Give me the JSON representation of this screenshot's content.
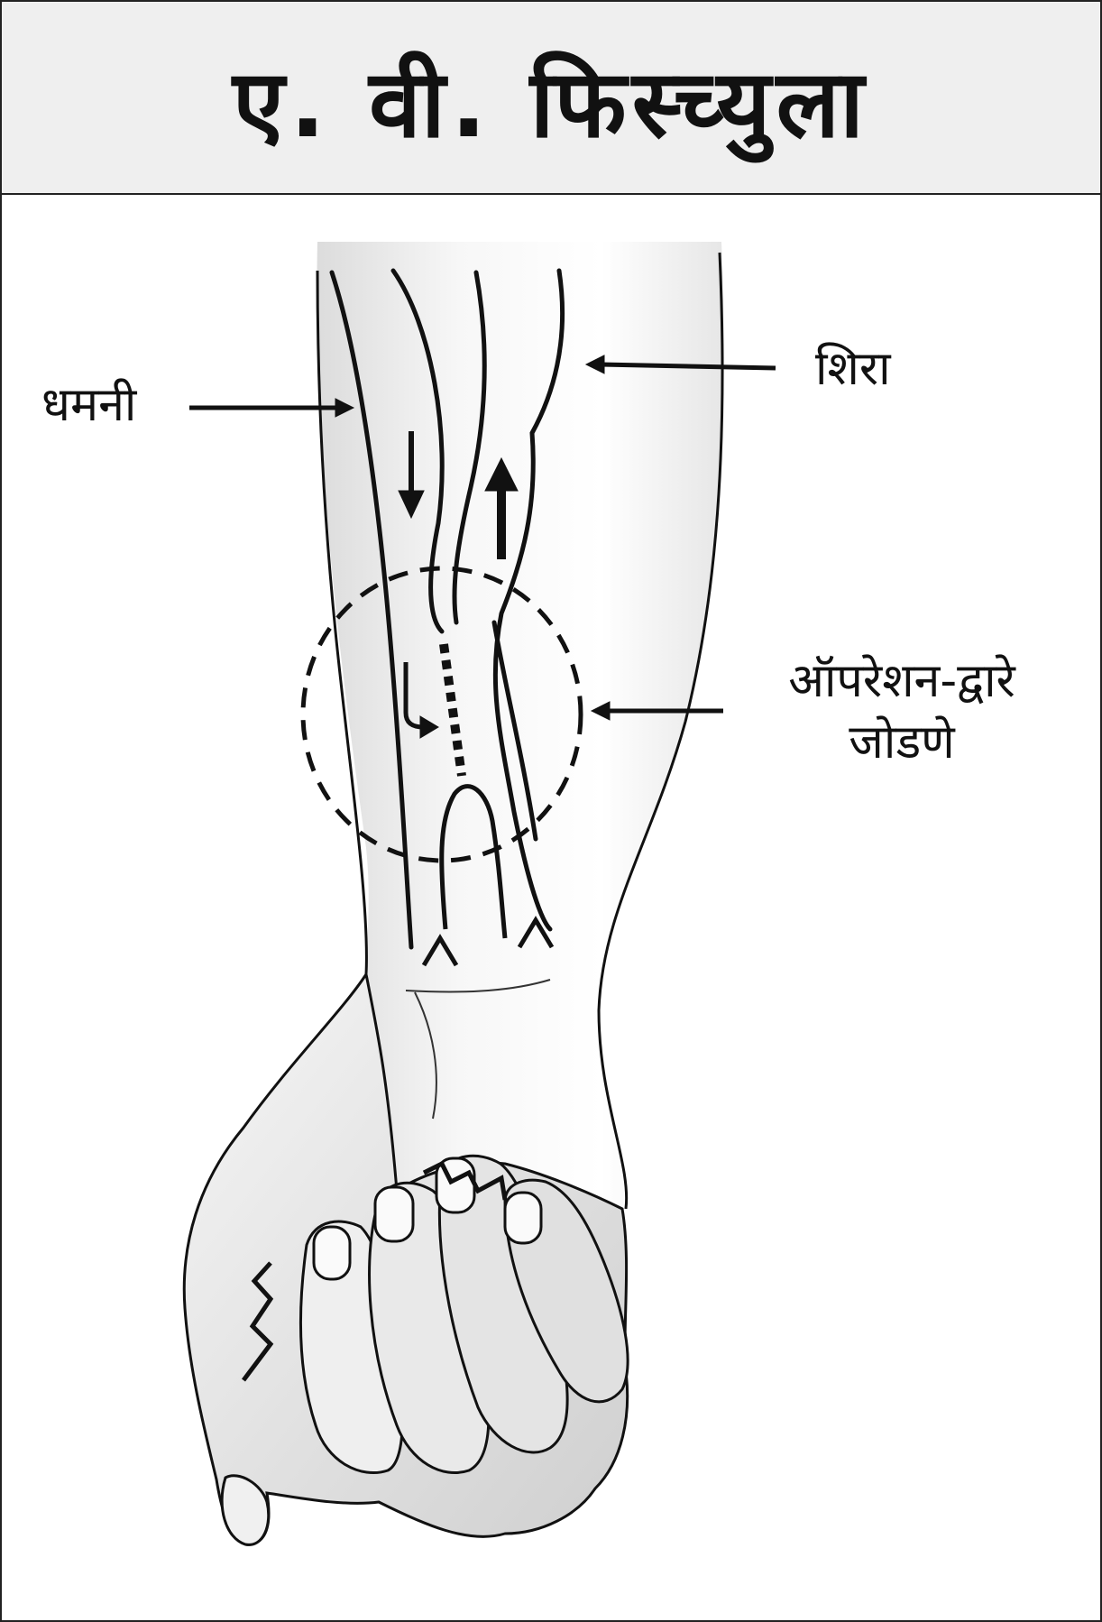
{
  "title": "ए. वी. फिस्च्युला",
  "labels": {
    "artery": "धमनी",
    "vein": "शिरा",
    "anastomosis_line1": "ऑपरेशन-द्वारे",
    "anastomosis_line2": "जोडणे"
  },
  "colors": {
    "line": "#111111",
    "header_bg": "#efefef",
    "skin": "#f2f2f2"
  }
}
